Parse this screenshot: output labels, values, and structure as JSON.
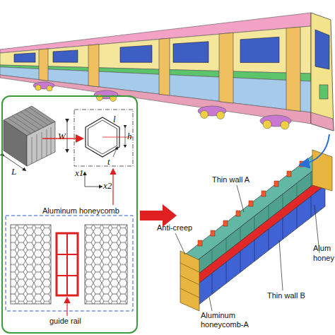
{
  "diagram": {
    "nodes": [
      {
        "text": [
          "Aluminum honeycomb",
          "guide rail"
        ]
      }
    ],
    "labels": [
      "W",
      "L",
      "l",
      "h",
      "t",
      "x1",
      "x2",
      "Thin wall A",
      "Anti-creep",
      "Aluminum honeycomb-A",
      "Thin wall B",
      "Alum",
      "honey"
    ]
  }
}
